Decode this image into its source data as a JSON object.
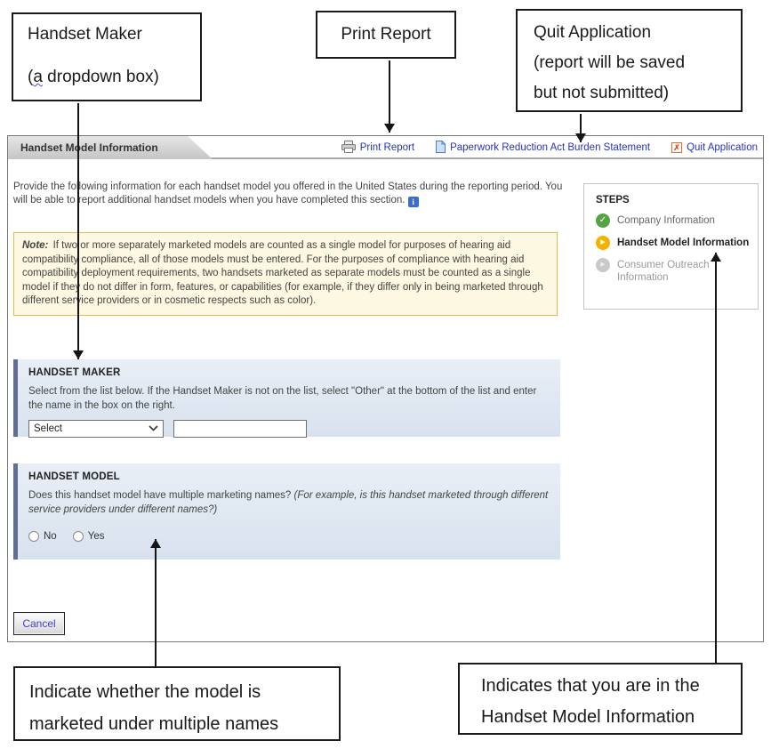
{
  "callouts": {
    "handset_maker": {
      "line1": "Handset Maker",
      "line2_open": "(",
      "line2_a": "a",
      "line2_rest": " dropdown box)"
    },
    "print_report": {
      "label": "Print Report"
    },
    "quit_application": {
      "line1": "Quit Application",
      "line2": "(report will be saved",
      "line3": "but not submitted)"
    },
    "multiple_names": {
      "line1": "Indicate whether the model is",
      "line2": "marketed under multiple names"
    },
    "current_step": {
      "line1": "Indicates that you are in the",
      "line2": "Handset Model Information"
    }
  },
  "window": {
    "tab_title": "Handset Model Information",
    "toolbar": {
      "print_report": "Print Report",
      "paperwork": "Paperwork Reduction Act Burden Statement",
      "quit": "Quit Application"
    },
    "intro": "Provide the following information for each handset model you offered in the United States during the reporting period. You will be able to report additional handset models when you have completed this section.",
    "note_label": "Note:",
    "note_text": " If two or more separately marketed models are counted as a single model for purposes of hearing aid compatibility compliance, all of those models must be entered.  For the purposes of compliance with hearing aid compatibility deployment requirements, two handsets marketed as separate models must be counted as a single model if they do not differ in form, features, or capabilities (for example, if they differ only in being marketed through different service providers or in cosmetic respects such as color).",
    "handset_maker": {
      "heading": "HANDSET MAKER",
      "instructions": "Select from the list below. If the Handset Maker is not on the list, select \"Other\" at the bottom of the list and enter the name in the box on the right.",
      "select_value": "Select",
      "other_input_value": ""
    },
    "handset_model": {
      "heading": "HANDSET MODEL",
      "question": "Does this handset model have multiple marketing names? ",
      "question_example": "(For example, is this handset marketed through different service providers under different names?)",
      "radio_no": "No",
      "radio_yes": "Yes"
    },
    "steps": {
      "heading": "STEPS",
      "items": [
        {
          "label": "Company Information",
          "state": "complete"
        },
        {
          "label": "Handset Model Information",
          "state": "current"
        },
        {
          "label": "Consumer Outreach Information",
          "state": "upcoming"
        }
      ]
    },
    "cancel_label": "Cancel"
  },
  "icons": {
    "check": "✓",
    "play": "▶",
    "quit_x": "✗",
    "info": "i"
  },
  "colors": {
    "link_blue": "#2633c0",
    "note_bg": "#fcf8e1",
    "note_border": "#ddbe4e",
    "section_stripe": "#5f6e92",
    "section_bg": "#dfe7f2",
    "step_complete": "#56a344",
    "step_current": "#f2b200",
    "step_upcoming": "#c9c9c9",
    "quit_icon_orange": "#e0511f",
    "cancel_text": "#4a3ecf"
  }
}
